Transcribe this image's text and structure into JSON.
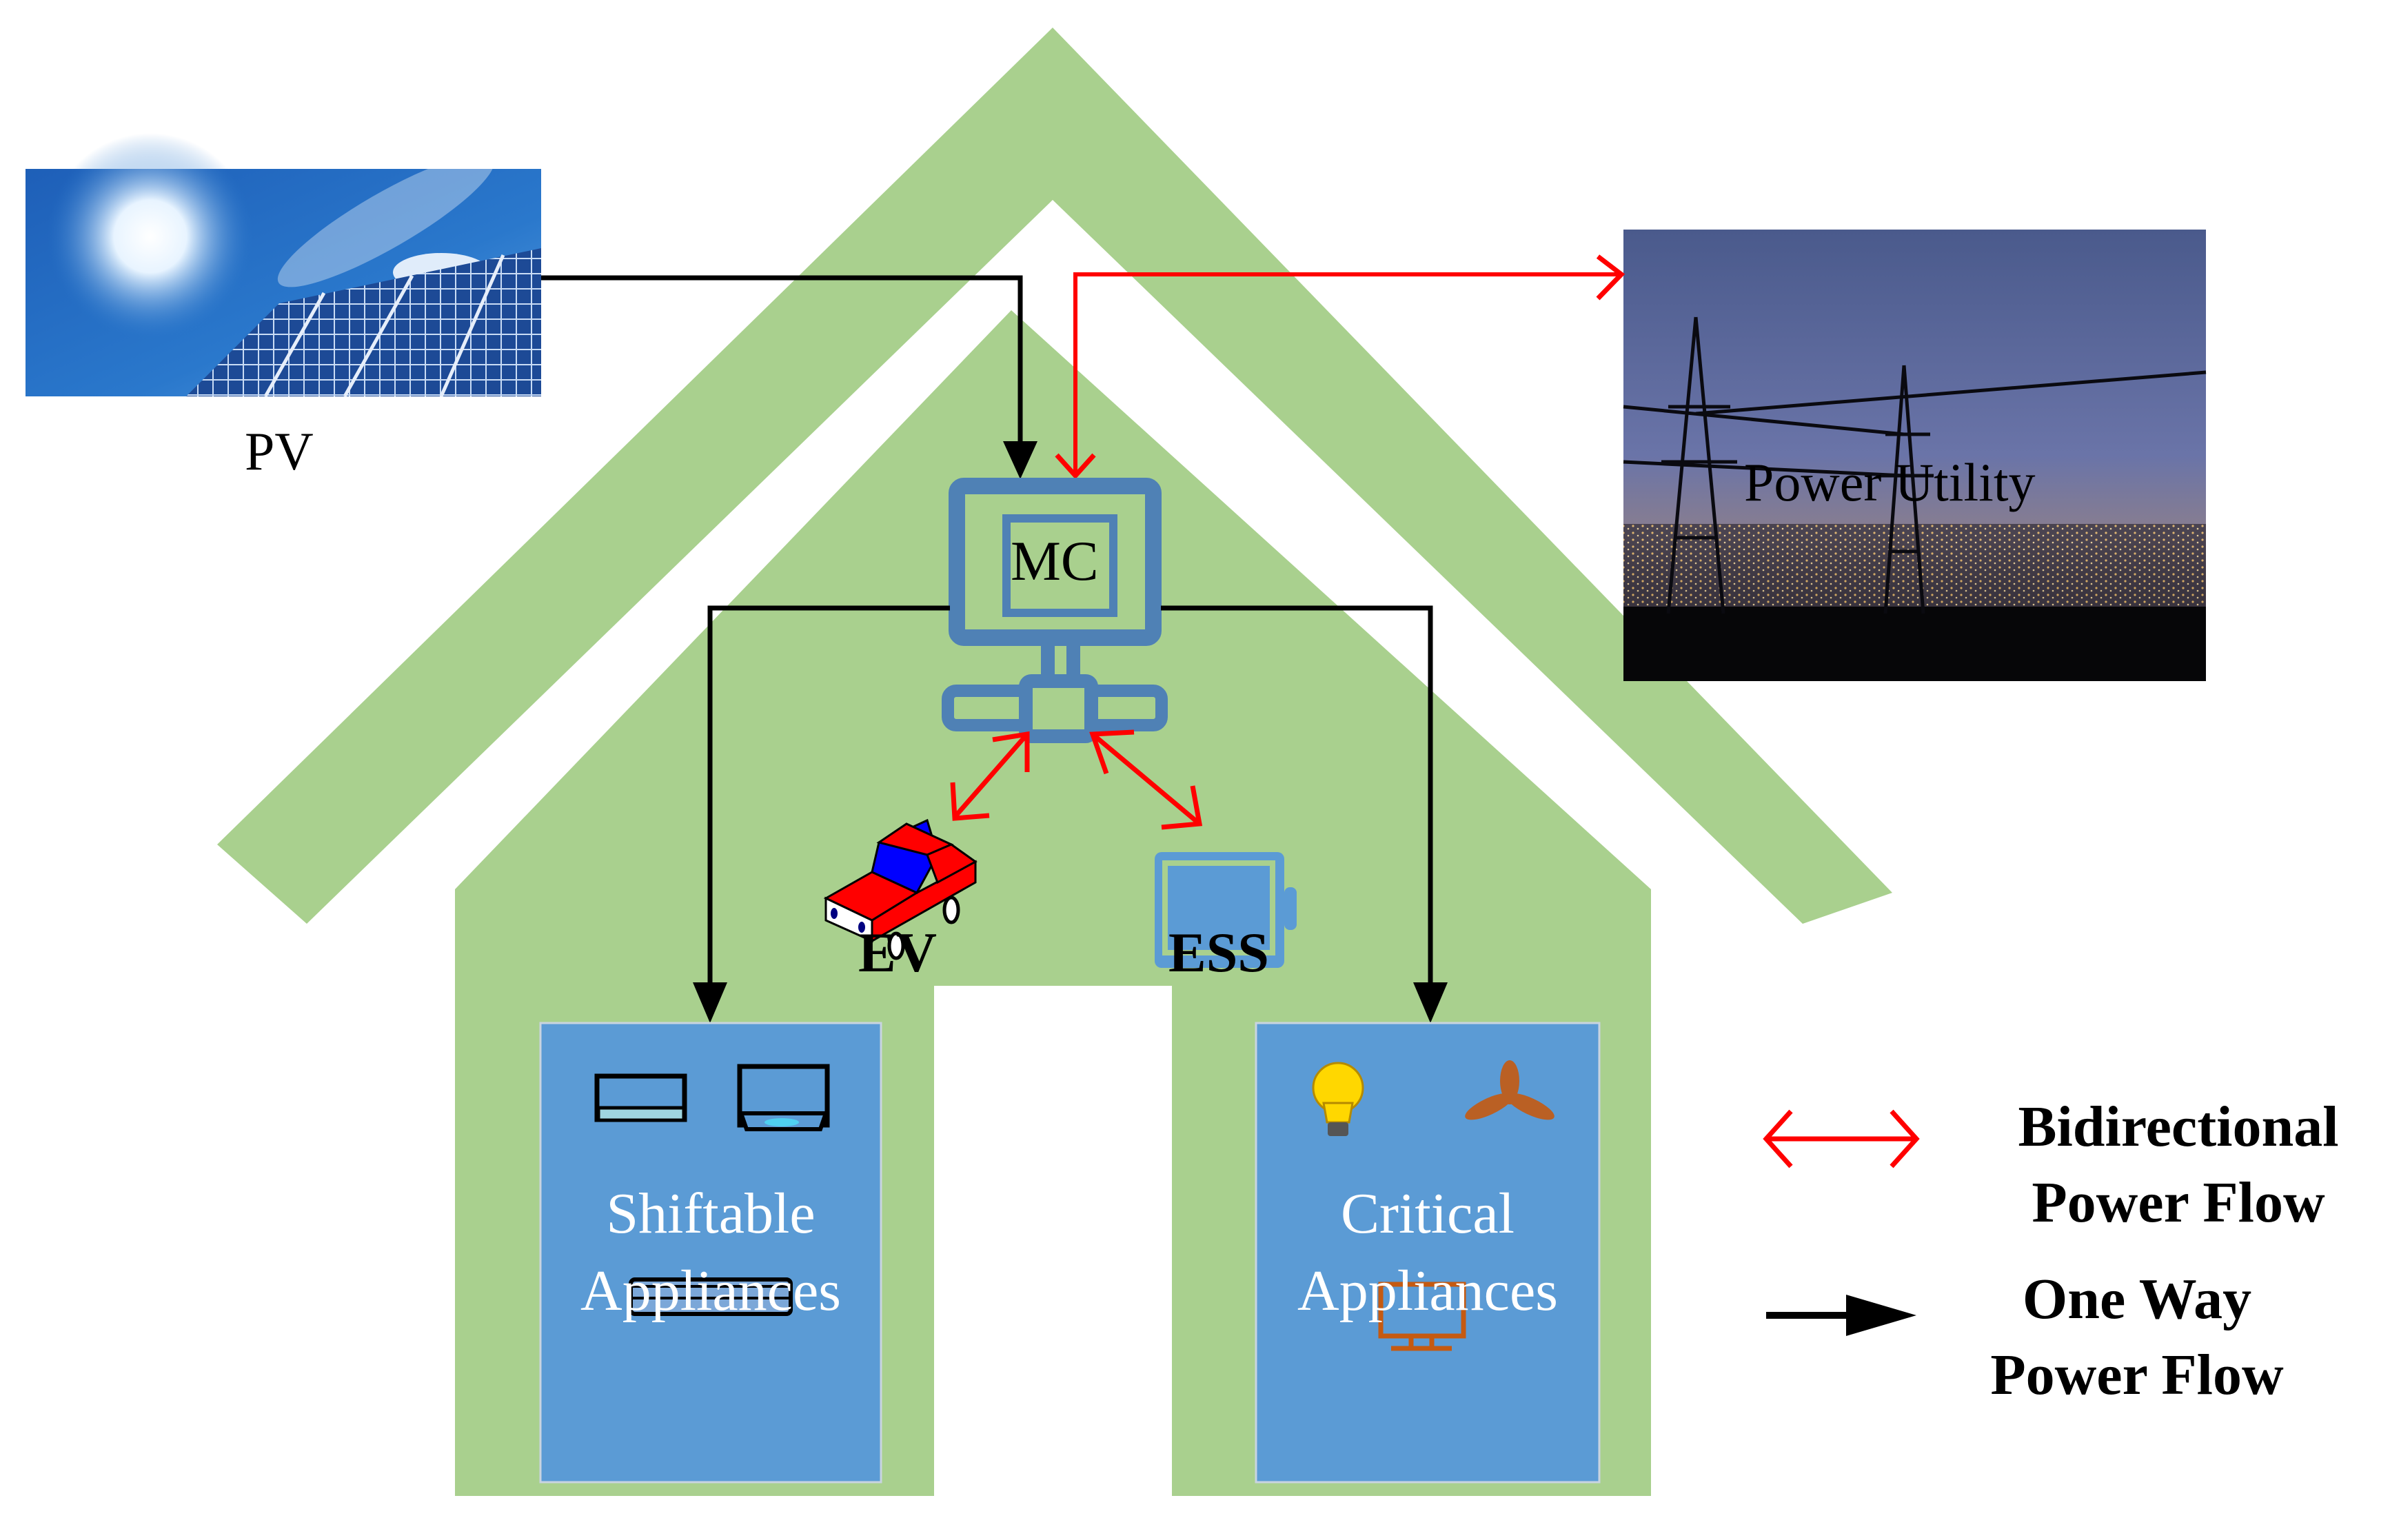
{
  "diagram": {
    "title": "Home Energy Management System",
    "nodes": {
      "pv": {
        "label": "PV",
        "icon": "solar-panel-photo"
      },
      "utility": {
        "label": "Power Utility",
        "icon": "transmission-tower-photo"
      },
      "mc": {
        "label": "MC",
        "icon": "computer-monitor-icon"
      },
      "ev": {
        "label": "EV",
        "icon": "car-icon"
      },
      "ess": {
        "label": "ESS",
        "icon": "battery-icon"
      },
      "shiftable": {
        "line1": "Shiftable",
        "line2": "Appliances",
        "icons": [
          "washing-machine-icon",
          "dishwasher-icon",
          "air-conditioner-icon"
        ]
      },
      "critical": {
        "line1": "Critical",
        "line2": "Appliances",
        "icons": [
          "light-bulb-icon",
          "fan-icon",
          "tv-icon"
        ]
      }
    },
    "edges": [
      {
        "from": "PV",
        "to": "MC",
        "type": "one-way"
      },
      {
        "from": "MC",
        "to": "Power Utility",
        "type": "bidirectional"
      },
      {
        "from": "MC",
        "to": "EV",
        "type": "bidirectional"
      },
      {
        "from": "MC",
        "to": "ESS",
        "type": "bidirectional"
      },
      {
        "from": "MC",
        "to": "Shiftable Appliances",
        "type": "one-way"
      },
      {
        "from": "MC",
        "to": "Critical Appliances",
        "type": "one-way"
      }
    ],
    "legend": {
      "bidirectional": {
        "line1": "Bidirectional",
        "line2": "Power Flow",
        "color": "#ff0000"
      },
      "oneway": {
        "line1": "One Way",
        "line2": "Power Flow",
        "color": "#000000"
      }
    },
    "colors": {
      "house": "#a9d08e",
      "box": "#5b9bd5",
      "mc": "#4f81b5",
      "bidirectional": "#ff0000",
      "oneway": "#000000",
      "accent_orange": "#c55a11"
    }
  }
}
